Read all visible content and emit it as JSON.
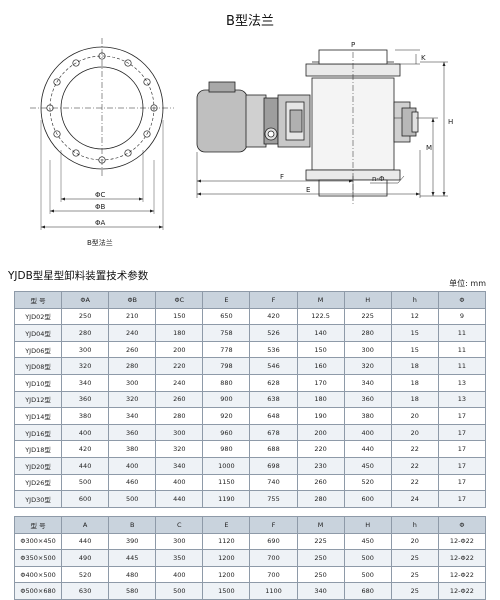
{
  "page_title": "B型法兰",
  "drawing": {
    "flange_caption": "B型法兰",
    "dims_left": [
      "ΦC",
      "ΦB",
      "ΦA"
    ],
    "dims_right": {
      "P": "P",
      "K": "K",
      "H": "H",
      "M": "M",
      "F": "F",
      "E": "E",
      "n_phi": "n-Φ"
    }
  },
  "section_title": "YJDB型星型卸料装置技术参数",
  "unit": "单位: mm",
  "table1": {
    "headers": [
      "型 号",
      "ΦA",
      "ΦB",
      "ΦC",
      "E",
      "F",
      "M",
      "H",
      "h",
      "Φ"
    ],
    "rows": [
      [
        "YJD02型",
        "250",
        "210",
        "150",
        "650",
        "420",
        "122.5",
        "225",
        "12",
        "9"
      ],
      [
        "YJD04型",
        "280",
        "240",
        "180",
        "758",
        "526",
        "140",
        "280",
        "15",
        "11"
      ],
      [
        "YJD06型",
        "300",
        "260",
        "200",
        "778",
        "536",
        "150",
        "300",
        "15",
        "11"
      ],
      [
        "YJD08型",
        "320",
        "280",
        "220",
        "798",
        "546",
        "160",
        "320",
        "18",
        "11"
      ],
      [
        "YJD10型",
        "340",
        "300",
        "240",
        "880",
        "628",
        "170",
        "340",
        "18",
        "13"
      ],
      [
        "YJD12型",
        "360",
        "320",
        "260",
        "900",
        "638",
        "180",
        "360",
        "18",
        "13"
      ],
      [
        "YJD14型",
        "380",
        "340",
        "280",
        "920",
        "648",
        "190",
        "380",
        "20",
        "17"
      ],
      [
        "YJD16型",
        "400",
        "360",
        "300",
        "960",
        "678",
        "200",
        "400",
        "20",
        "17"
      ],
      [
        "YJD18型",
        "420",
        "380",
        "320",
        "980",
        "688",
        "220",
        "440",
        "22",
        "17"
      ],
      [
        "YJD20型",
        "440",
        "400",
        "340",
        "1000",
        "698",
        "230",
        "450",
        "22",
        "17"
      ],
      [
        "YJD26型",
        "500",
        "460",
        "400",
        "1150",
        "740",
        "260",
        "520",
        "22",
        "17"
      ],
      [
        "YJD30型",
        "600",
        "500",
        "440",
        "1190",
        "755",
        "280",
        "600",
        "24",
        "17"
      ]
    ]
  },
  "table2": {
    "headers": [
      "型 号",
      "A",
      "B",
      "C",
      "E",
      "F",
      "M",
      "H",
      "h",
      "Φ"
    ],
    "rows": [
      [
        "Φ300×450",
        "440",
        "390",
        "300",
        "1120",
        "690",
        "225",
        "450",
        "20",
        "12-Φ22"
      ],
      [
        "Φ350×500",
        "490",
        "445",
        "350",
        "1200",
        "700",
        "250",
        "500",
        "25",
        "12-Φ22"
      ],
      [
        "Φ400×500",
        "520",
        "480",
        "400",
        "1200",
        "700",
        "250",
        "500",
        "25",
        "12-Φ22"
      ],
      [
        "Φ500×680",
        "630",
        "580",
        "500",
        "1500",
        "1100",
        "340",
        "680",
        "25",
        "12-Φ22"
      ]
    ]
  }
}
